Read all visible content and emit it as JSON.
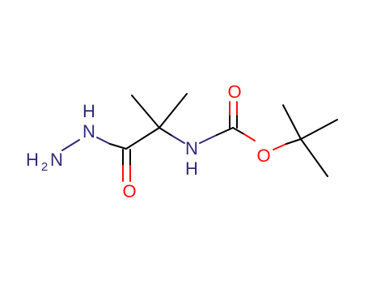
{
  "atoms": {
    "nh_hydrazide": "N",
    "nh_hydrazide_h": "H",
    "nh2_h": "H",
    "nh2_sub": "2",
    "nh2_n": "N",
    "amide_o": "O",
    "carbamate_n": "N",
    "carbamate_nh_h": "H",
    "carbonyl_o": "O",
    "ester_o": "O"
  },
  "colors": {
    "bond": "#000000",
    "nitrogen": "#2e2a7a",
    "oxygen": "#ff0d0d"
  }
}
